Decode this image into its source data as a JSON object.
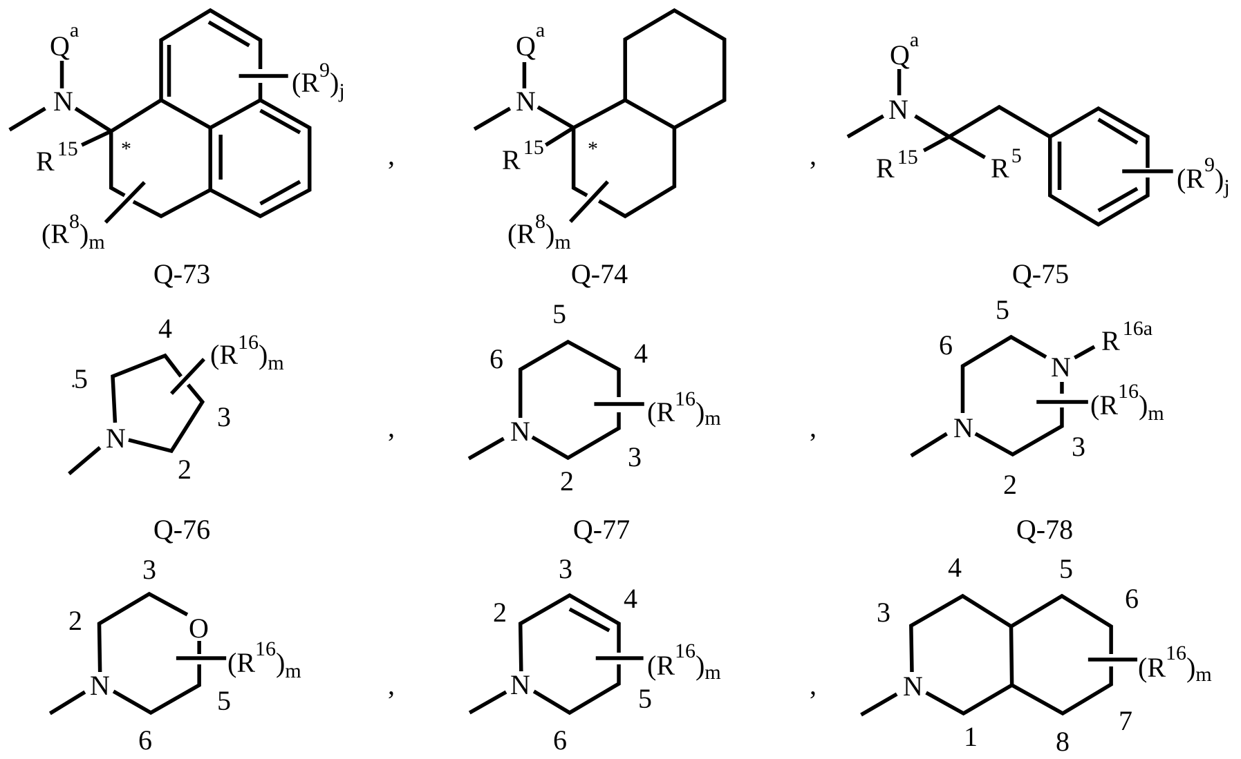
{
  "structures": [
    {
      "label": "Q-73",
      "qa": {
        "base": "Q",
        "sup": "a"
      },
      "n": "N",
      "r15": {
        "base": "R",
        "sup": "15"
      },
      "stereo": "*",
      "r8": {
        "open": "(R",
        "sup": "8",
        "close": ")",
        "sub": "m"
      },
      "r9": {
        "open": "(R",
        "sup": "9",
        "close": ")",
        "sub": "j"
      }
    },
    {
      "label": "Q-74",
      "qa": {
        "base": "Q",
        "sup": "a"
      },
      "n": "N",
      "r15": {
        "base": "R",
        "sup": "15"
      },
      "stereo": "*",
      "r8": {
        "open": "(R",
        "sup": "8",
        "close": ")",
        "sub": "m"
      }
    },
    {
      "label": "Q-75",
      "qa": {
        "base": "Q",
        "sup": "a"
      },
      "n": "N",
      "r15": {
        "base": "R",
        "sup": "15"
      },
      "r5": {
        "base": "R",
        "sup": "5"
      },
      "r9": {
        "open": "(R",
        "sup": "9",
        "close": ")",
        "sub": "j"
      }
    },
    {
      "label": "Q-76",
      "n": "N",
      "r16": {
        "open": "(R",
        "sup": "16",
        "close": ")",
        "sub": "m"
      },
      "positions": {
        "p2": "2",
        "p3": "3",
        "p4": "4",
        "p5": "5"
      }
    },
    {
      "label": "Q-77",
      "n": "N",
      "r16": {
        "open": "(R",
        "sup": "16",
        "close": ")",
        "sub": "m"
      },
      "positions": {
        "p2": "2",
        "p3": "3",
        "p4": "4",
        "p5": "5",
        "p6": "6"
      }
    },
    {
      "label": "Q-78",
      "n1": "N",
      "n4": "N",
      "r16a": {
        "base": "R",
        "sup": "16a"
      },
      "r16": {
        "open": "(R",
        "sup": "16",
        "close": ")",
        "sub": "m"
      },
      "positions": {
        "p2": "2",
        "p3": "3",
        "p5": "5",
        "p6": "6"
      }
    },
    {
      "n": "N",
      "o": "O",
      "r16": {
        "open": "(R",
        "sup": "16",
        "close": ")",
        "sub": "m"
      },
      "positions": {
        "p2": "2",
        "p3": "3",
        "p5": "5",
        "p6": "6"
      }
    },
    {
      "n": "N",
      "r16": {
        "open": "(R",
        "sup": "16",
        "close": ")",
        "sub": "m"
      },
      "positions": {
        "p2": "2",
        "p3": "3",
        "p4": "4",
        "p5": "5",
        "p6": "6"
      }
    },
    {
      "n": "N",
      "r16": {
        "open": "(R",
        "sup": "16",
        "close": ")",
        "sub": "m"
      },
      "positions": {
        "p1": "1",
        "p3": "3",
        "p4": "4",
        "p5": "5",
        "p6": "6",
        "p7": "7",
        "p8": "8"
      }
    }
  ],
  "separator": ","
}
